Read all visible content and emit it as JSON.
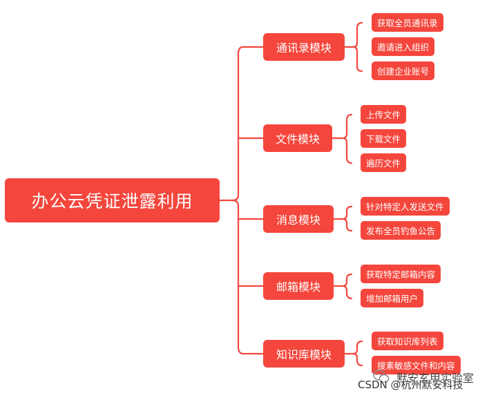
{
  "root": {
    "label": "办公云凭证泄露利用"
  },
  "modules": [
    {
      "label": "通讯录模块",
      "items": [
        "获取全员通讯录",
        "邀请进入组织",
        "创建企业账号"
      ]
    },
    {
      "label": "文件模块",
      "items": [
        "上传文件",
        "下载文件",
        "遍历文件"
      ]
    },
    {
      "label": "消息模块",
      "items": [
        "针对特定人发送文件",
        "发布全员钓鱼公告"
      ]
    },
    {
      "label": "邮箱模块",
      "items": [
        "获取特定邮箱内容",
        "增加邮箱用户"
      ]
    },
    {
      "label": "知识库模块",
      "items": [
        "获取知识库列表",
        "搜素敏感文件和内容"
      ]
    }
  ],
  "watermark": {
    "text": "CSDN @杭州默安科技",
    "overlay": "默安玄甲实验室"
  },
  "colors": {
    "node": "#f4463c",
    "line": "#f4463c",
    "text": "#ffffff"
  }
}
